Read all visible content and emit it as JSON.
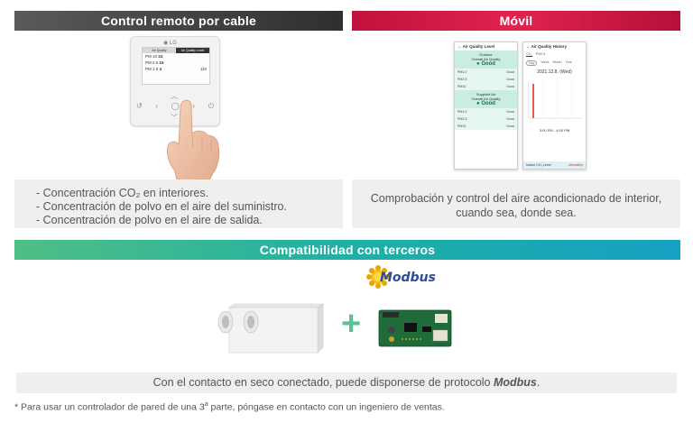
{
  "remote_section": {
    "header": "Control remoto por cable",
    "bullets": [
      "- Concentración CO₂ en interiores.",
      "- Concentración de polvo en el aire del suministro.",
      "- Concentración de polvo en el aire de salida."
    ],
    "device": {
      "brand": "LG",
      "screen_tabs": [
        "Air Quality",
        "Air Quality Level"
      ],
      "rows": [
        {
          "label": "PM 10",
          "value": "24"
        },
        {
          "label": "PM 2.5",
          "value": "15"
        },
        {
          "label": "PM 1.0",
          "value": "4"
        }
      ],
      "co2_value": "110"
    }
  },
  "mobile_section": {
    "header": "Móvil",
    "description": "Comprobación y control del aire acondicionado de interior, cuando sea, donde sea.",
    "phone1": {
      "title": "Air Quality Level",
      "outdoor_label": "Outdoor",
      "overall_label": "Overall Air Quality",
      "outdoor_status": "Good",
      "outdoor_rows": [
        {
          "label": "PM1.0",
          "status": "Good"
        },
        {
          "label": "PM2.5",
          "status": "Good"
        },
        {
          "label": "PM10",
          "status": "Good"
        }
      ],
      "supplied_label": "Supplied Air",
      "supplied_status": "Good",
      "supplied_rows": [
        {
          "label": "PM1.0",
          "status": "Good"
        },
        {
          "label": "PM2.5",
          "status": "Good"
        },
        {
          "label": "PM10",
          "status": "Good"
        }
      ]
    },
    "phone2": {
      "title": "Air Quality History",
      "tabs": [
        "Day",
        "Week",
        "Month",
        "Year"
      ],
      "subtabs": [
        "CO₂",
        "PM2.5"
      ],
      "date": "2021.12.8. (Wed)",
      "time_range": "3:00 PM - 4:00 PM",
      "footer_label": "Indoor CO₂ Level",
      "footer_status": "Unhealthy"
    }
  },
  "compat_section": {
    "header": "Compatibilidad con terceros",
    "modbus_logo": "Modbus",
    "plus": "+",
    "contact_prefix": "Con el contacto en seco conectado, puede disponerse de protocolo ",
    "contact_bold": "Modbus",
    "contact_suffix": "."
  },
  "footnote": {
    "prefix": "* Para usar un controlador de pared de una 3",
    "superscript": "a",
    "suffix": " parte, póngase en contacto con un ingeniero de ventas."
  },
  "colors": {
    "remote_header": "#3a3a3a",
    "mobile_header": "#d4173f",
    "compat_header_start": "#4fbf85",
    "compat_header_end": "#16a0c2",
    "panel_bg": "#efefef",
    "modbus_blue": "#2b4c9b"
  }
}
